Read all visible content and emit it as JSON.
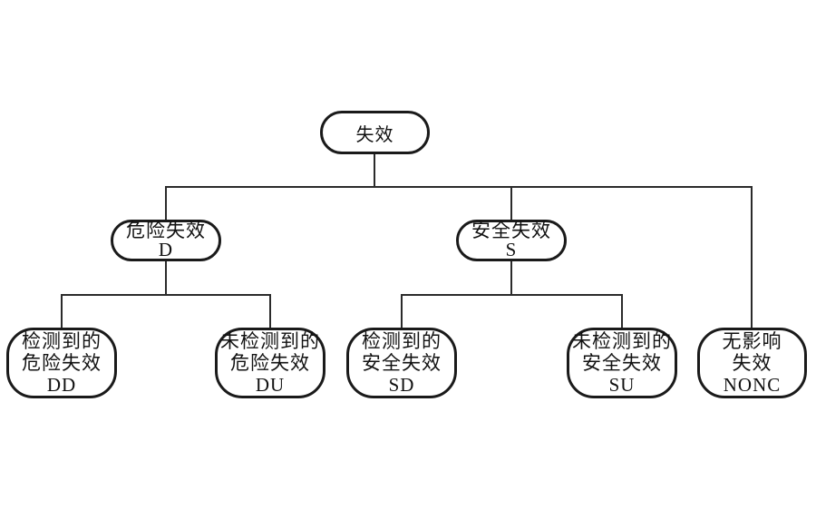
{
  "nodes": {
    "root": {
      "line1": "失效"
    },
    "dangerous": {
      "line1": "危险失效",
      "line2": "D"
    },
    "safe": {
      "line1": "安全失效",
      "line2": "S"
    },
    "detected_dangerous": {
      "line1": "检测到的",
      "line2": "危险失效",
      "line3": "DD"
    },
    "undetected_dangerous": {
      "line1": "未检测到的",
      "line2": "危险失效",
      "line3": "DU"
    },
    "detected_safe": {
      "line1": "检测到的",
      "line2": "安全失效",
      "line3": "SD"
    },
    "undetected_safe": {
      "line1": "未检测到的",
      "line2": "安全失效",
      "line3": "SU"
    },
    "no_effect": {
      "line1": "无影响",
      "line2": "失效",
      "line3": "NONC"
    }
  },
  "colors": {
    "background": "#ffffff",
    "node_border": "#1a1a1a",
    "connector": "#2b2b2b",
    "text": "#111111"
  }
}
